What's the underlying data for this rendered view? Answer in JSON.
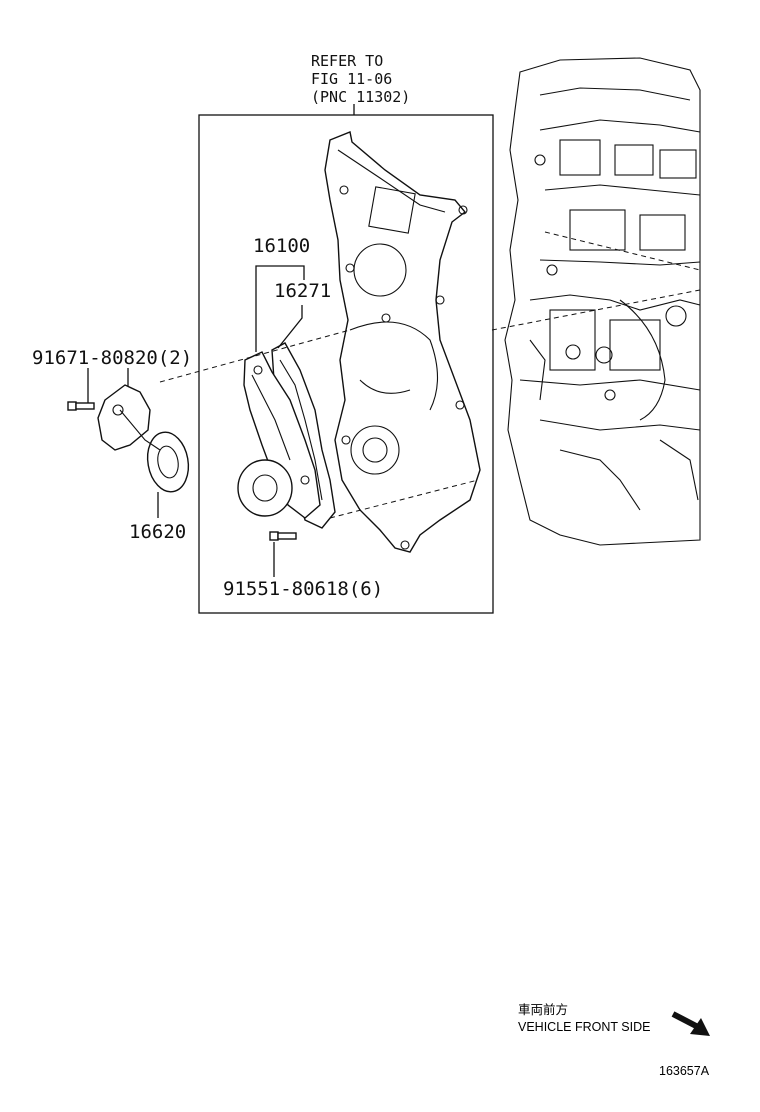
{
  "reference": {
    "line1": "REFER TO",
    "line2": "FIG 11-06",
    "line3": "(PNC 11302)"
  },
  "callouts": {
    "water_pump_assy": "16100",
    "gasket": "16271",
    "bolt_top": "91671-80820(2)",
    "bolt_bottom": "91551-80618(6)",
    "tensioner": "16620"
  },
  "orientation": {
    "japanese": "車両前方",
    "english": "VEHICLE FRONT SIDE"
  },
  "figure_id": "163657A"
}
